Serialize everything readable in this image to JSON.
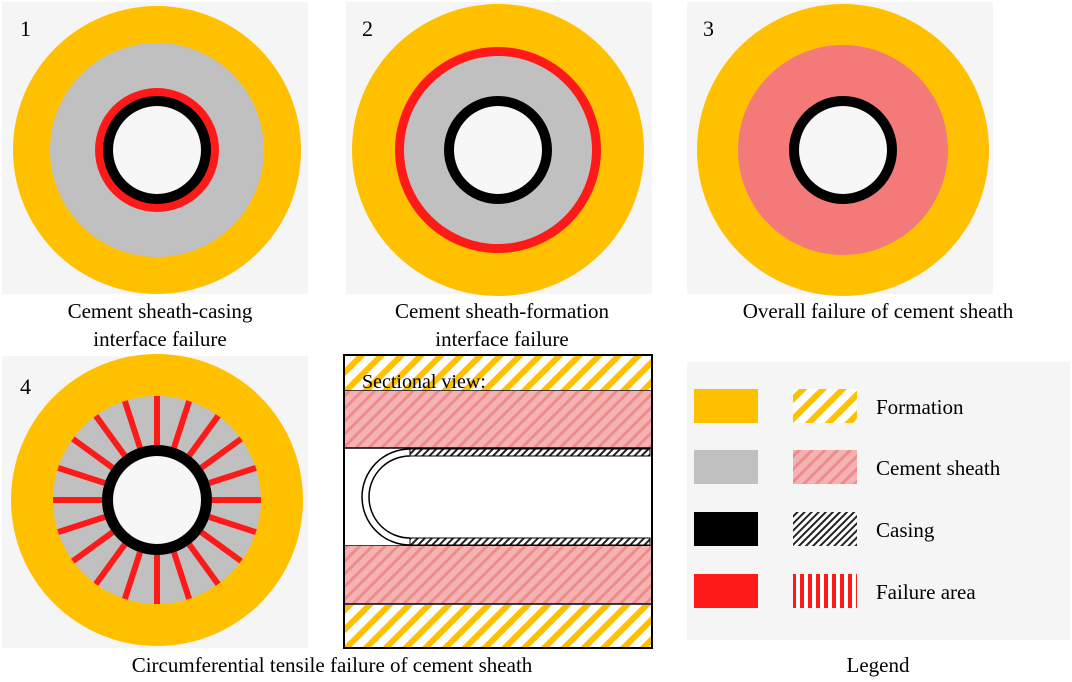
{
  "panels": [
    {
      "number": "1",
      "caption_lines": [
        "Cement sheath-casing",
        "interface failure"
      ]
    },
    {
      "number": "2",
      "caption_lines": [
        "Cement sheath-formation",
        "interface failure"
      ]
    },
    {
      "number": "3",
      "caption_lines": [
        "Overall failure of cement sheath"
      ]
    },
    {
      "number": "4",
      "caption_lines": [
        "Circumferential tensile failure of cement sheath"
      ]
    }
  ],
  "sectional_view": {
    "label": "Sectional view:"
  },
  "legend": {
    "title": "Legend",
    "items": [
      {
        "label": "Formation",
        "solid_color": "#FFC000",
        "pattern": "yellow-diagonal-hatch"
      },
      {
        "label": "Cement sheath",
        "solid_color": "#C0C0C0",
        "pattern": "pink-diagonal-hatch"
      },
      {
        "label": "Casing",
        "solid_color": "#000000",
        "pattern": "black-diagonal-hatch"
      },
      {
        "label": "Failure area",
        "solid_color": "#FF1A1A",
        "pattern": "red-vertical-stripes"
      }
    ]
  },
  "colors": {
    "formation": "#FFC000",
    "cement_sheath": "#C0C0C0",
    "casing": "#000000",
    "failure": "#FF1A1A",
    "overall_failure_cement": "#F47A7A",
    "bore": "#F7F7F7",
    "panel_background": "#F5F5F5"
  }
}
